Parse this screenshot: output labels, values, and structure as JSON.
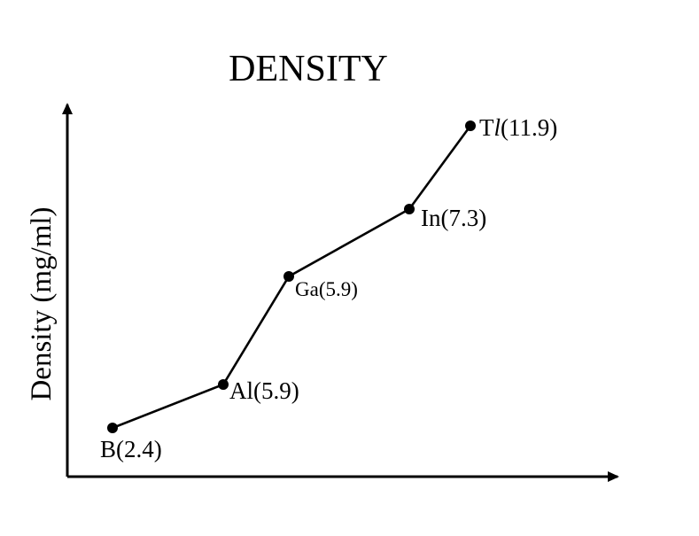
{
  "chart_data": {
    "type": "line",
    "title": "DENSITY",
    "xlabel": "",
    "ylabel": "Density (mg/ml)",
    "grid": false,
    "legend": "none",
    "series": [
      {
        "points": [
          {
            "element": "B",
            "label_prefix": "B",
            "label_suffix": "(2.4)",
            "value": 2.4
          },
          {
            "element": "Al",
            "label_prefix": "Al",
            "label_suffix": "(5.9)",
            "value": 5.9
          },
          {
            "element": "Ga",
            "label_prefix": "Ga",
            "label_suffix": "(5.9)",
            "value": 5.9
          },
          {
            "element": "In",
            "label_prefix": "In",
            "label_suffix": "(7.3)",
            "value": 7.3
          },
          {
            "element": "Tl",
            "label_prefix": "T",
            "label_italic": "l",
            "label_suffix": "(11.9)",
            "value": 11.9
          }
        ]
      }
    ]
  }
}
